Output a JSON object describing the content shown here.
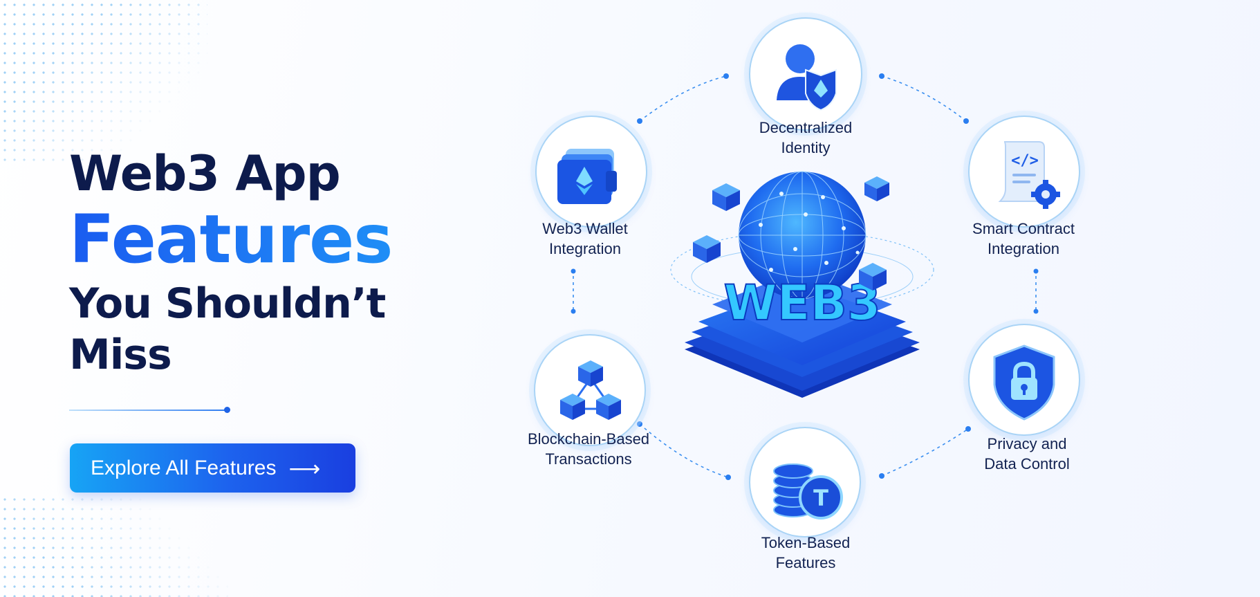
{
  "headline": {
    "line1": "Web3 App",
    "line2": "Features",
    "line3": "You Shouldn’t",
    "line4": "Miss"
  },
  "cta": {
    "label": "Explore All Features",
    "icon": "arrow-right-icon"
  },
  "hub": {
    "label": "WEB3"
  },
  "features": [
    {
      "line1": "Decentralized",
      "line2": "Identity",
      "icon": "user-shield-icon"
    },
    {
      "line1": "Web3 Wallet",
      "line2": "Integration",
      "icon": "ethereum-wallet-icon"
    },
    {
      "line1": "Smart Contract",
      "line2": "Integration",
      "icon": "code-document-gear-icon"
    },
    {
      "line1": "Blockchain-Based",
      "line2": "Transactions",
      "icon": "connected-blocks-icon"
    },
    {
      "line1": "Privacy and",
      "line2": "Data Control",
      "icon": "shield-lock-icon"
    },
    {
      "line1": "Token-Based",
      "line2": "Features",
      "icon": "coin-stack-icon"
    }
  ],
  "colors": {
    "navy": "#0d1b4c",
    "accent": "#1a63f0",
    "cyan": "#1fa6f5",
    "ring": "#a9d4f6"
  }
}
